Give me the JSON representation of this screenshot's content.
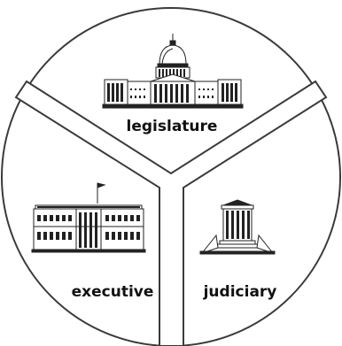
{
  "sections": {
    "legislature": {
      "label": "legislature",
      "icon": "capitol-building-icon"
    },
    "executive": {
      "label": "executive",
      "icon": "white-house-icon"
    },
    "judiciary": {
      "label": "judiciary",
      "icon": "supreme-court-icon"
    }
  },
  "colors": {
    "stroke": "#3a3a3a",
    "background": "#ffffff"
  }
}
